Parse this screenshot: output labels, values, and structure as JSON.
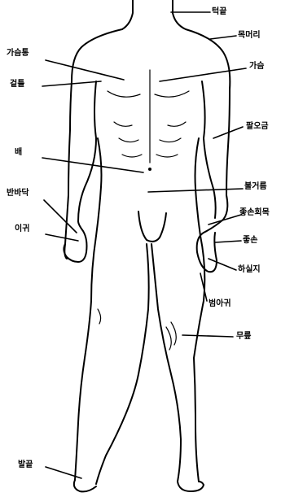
{
  "labels": {
    "chin": "턱끝",
    "shoulder_tip": "목머리",
    "chest_muscle": "가슴통",
    "chest": "가슴",
    "armpit": "겉틀",
    "forearm": "팔오금",
    "belly": "배",
    "groin": "불거름",
    "palm": "반바닥",
    "back_of_hand": "좋손회목",
    "wrist": "이귀",
    "hand": "좋손",
    "finger": "하실지",
    "thigh": "범아귀",
    "knee": "무릎",
    "toe": "발끝"
  },
  "colors": {
    "line": "#000000",
    "background": "#ffffff"
  }
}
